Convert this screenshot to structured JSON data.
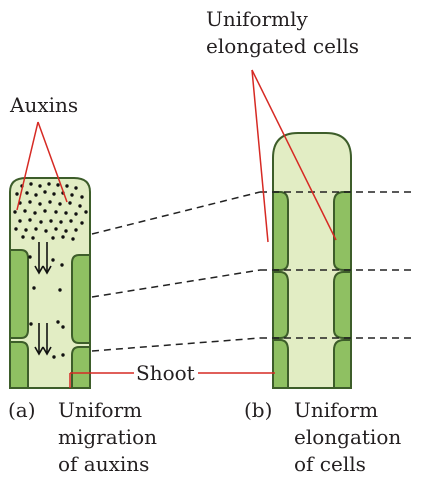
{
  "labels": {
    "cells_line1": "Uniformly",
    "cells_line2": "elongated  cells",
    "auxins": "Auxins",
    "shoot": "Shoot"
  },
  "captions": {
    "a": {
      "tag": "(a)",
      "line1": "Uniform",
      "line2": "migration",
      "line3": "of auxins"
    },
    "b": {
      "tag": "(b)",
      "line1": "Uniform",
      "line2": "elongation",
      "line3": "of cells"
    }
  },
  "colors": {
    "tissue": "#e2edc4",
    "cell": "#8fc062",
    "outline": "#3d5d2a",
    "pointer": "#d62a24",
    "dots": "#111111",
    "text": "#231f20"
  }
}
